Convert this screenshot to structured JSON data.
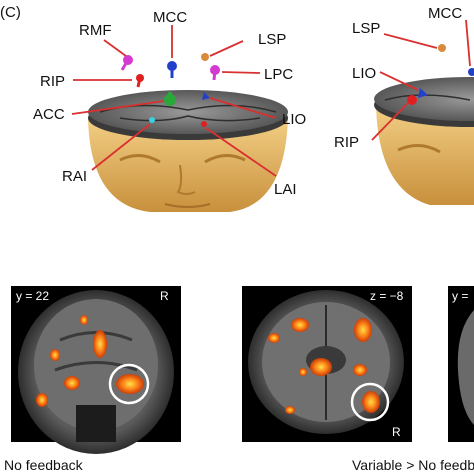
{
  "panel_label": "(C)",
  "labels_left": {
    "rmf": "RMF",
    "mcc": "MCC",
    "lsp": "LSP",
    "rip": "RIP",
    "lpc": "LPC",
    "acc": "ACC",
    "lio": "LIO",
    "rai": "RAI",
    "lai": "LAI"
  },
  "labels_right": {
    "lsp": "LSP",
    "mcc": "MCC",
    "lio": "LIO",
    "rip": "RIP"
  },
  "slices": {
    "coronal_coord": "y = 22",
    "coronal_side": "R",
    "axial_coord": "z = −8",
    "axial_side": "R",
    "partial_coord": "y ="
  },
  "captions": {
    "left": "No feedback",
    "right": "Variable > No feedback"
  },
  "colors": {
    "skin": "#e8b867",
    "marker_red": "#e02020",
    "marker_blue": "#2340c8",
    "marker_green": "#2aa83a",
    "marker_magenta": "#d43ad0",
    "marker_orange": "#d98a3a",
    "leader_line": "#d93030",
    "activation": "#ff8a1a"
  }
}
